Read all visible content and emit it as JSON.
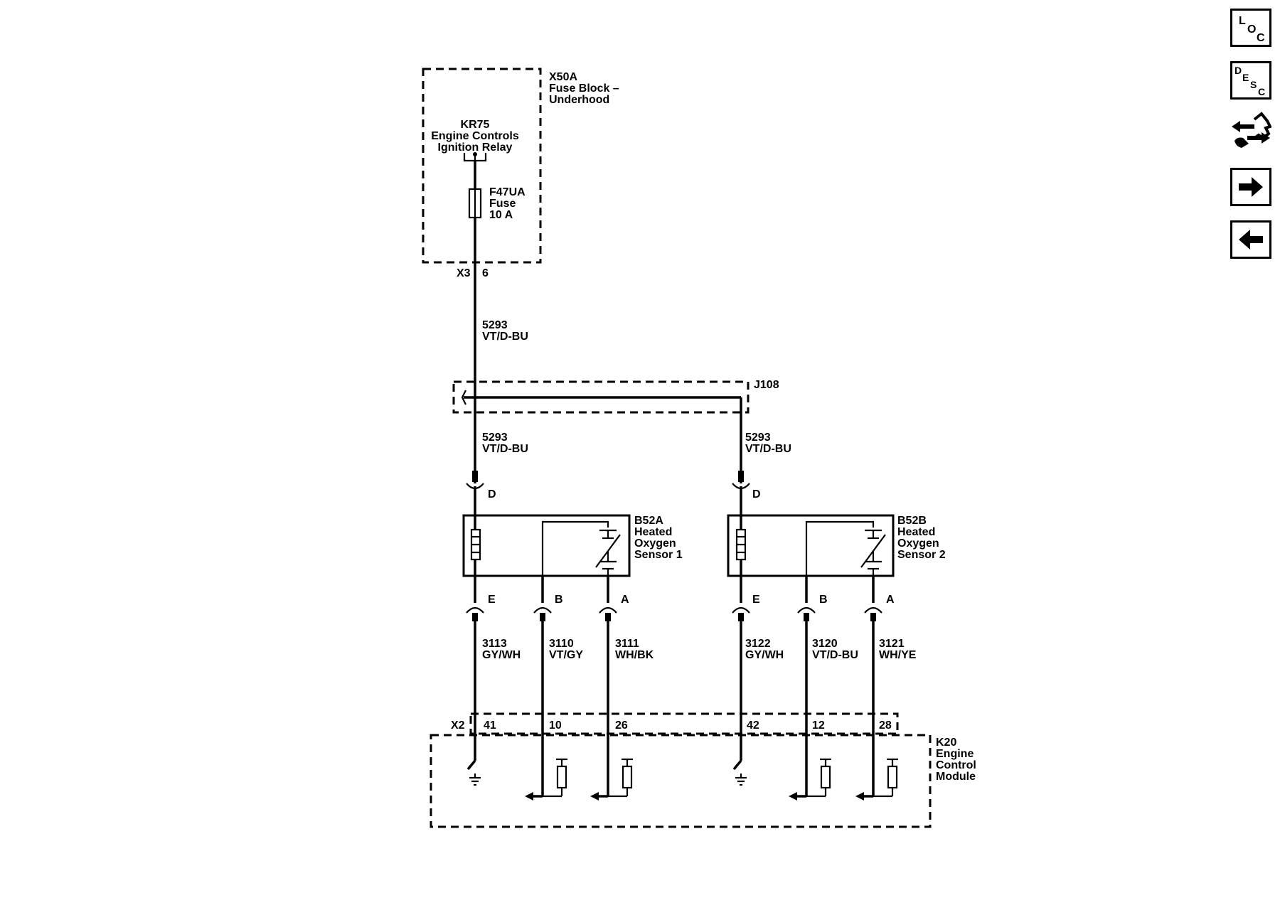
{
  "components": {
    "fuse_block": {
      "id": "X50A",
      "line1": "Fuse Block –",
      "line2": "Underhood"
    },
    "relay": {
      "id": "KR75",
      "line1": "Engine Controls",
      "line2": "Ignition Relay"
    },
    "fuse": {
      "id": "F47UA",
      "line1": "Fuse",
      "line2": "10 A"
    },
    "splice": {
      "id": "J108"
    },
    "sensor1": {
      "id": "B52A",
      "line1": "Heated",
      "line2": "Oxygen",
      "line3": "Sensor 1"
    },
    "sensor2": {
      "id": "B52B",
      "line1": "Heated",
      "line2": "Oxygen",
      "line3": "Sensor 2"
    },
    "ecm": {
      "id": "K20",
      "line1": "Engine",
      "line2": "Control",
      "line3": "Module"
    }
  },
  "connectors": {
    "fuse_block_conn": "X3",
    "fuse_block_pin": "6",
    "ecm_conn": "X2"
  },
  "wires": {
    "feed": {
      "circuit": "5293",
      "color": "VT/D-BU"
    },
    "branch_a": {
      "circuit": "5293",
      "color": "VT/D-BU"
    },
    "branch_b": {
      "circuit": "5293",
      "color": "VT/D-BU"
    },
    "s1_e": {
      "circuit": "3113",
      "color": "GY/WH"
    },
    "s1_b": {
      "circuit": "3110",
      "color": "VT/GY"
    },
    "s1_a": {
      "circuit": "3111",
      "color": "WH/BK"
    },
    "s2_e": {
      "circuit": "3122",
      "color": "GY/WH"
    },
    "s2_b": {
      "circuit": "3120",
      "color": "VT/D-BU"
    },
    "s2_a": {
      "circuit": "3121",
      "color": "WH/YE"
    }
  },
  "sensor_pins": {
    "s1": {
      "top": "D",
      "e": "E",
      "b": "B",
      "a": "A"
    },
    "s2": {
      "top": "D",
      "e": "E",
      "b": "B",
      "a": "A"
    }
  },
  "ecm_pins": [
    "41",
    "10",
    "26",
    "42",
    "12",
    "28"
  ],
  "nav": {
    "loc": [
      "L",
      "O",
      "C"
    ],
    "desc": [
      "D",
      "E",
      "S",
      "C"
    ],
    "icons": [
      "connector-icon",
      "arrow-right-icon",
      "arrow-left-icon"
    ]
  }
}
